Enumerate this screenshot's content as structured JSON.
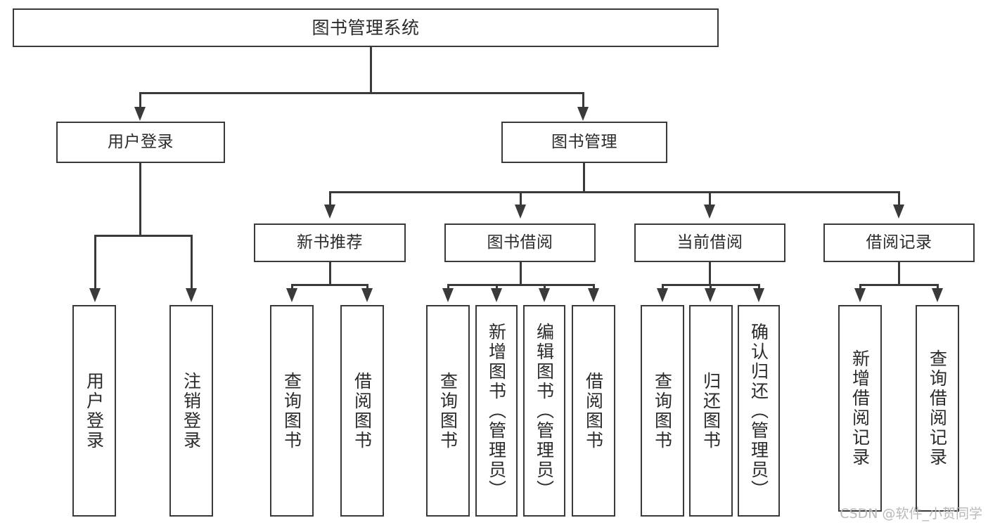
{
  "diagram": {
    "title": "图书管理系统",
    "type": "tree-hierarchy",
    "watermark": "CSDN @软件_小贺同学",
    "colors": {
      "stroke": "#3a3a3a",
      "fill": "#ffffff",
      "text": "#2b2b2b",
      "watermark": "#b9b9b9"
    },
    "levels": {
      "root": {
        "label": "图书管理系统"
      },
      "level2": [
        {
          "label": "用户登录"
        },
        {
          "label": "图书管理"
        }
      ],
      "level3": [
        {
          "label": "新书推荐"
        },
        {
          "label": "图书借阅"
        },
        {
          "label": "当前借阅"
        },
        {
          "label": "借阅记录"
        }
      ],
      "leaves": {
        "user_login": [
          {
            "label": "用户登录"
          },
          {
            "label": "注销登录"
          }
        ],
        "new_book_recommend": [
          {
            "label": "查询图书"
          },
          {
            "label": "借阅图书"
          }
        ],
        "book_borrow": [
          {
            "label": "查询图书"
          },
          {
            "label": "新增图书（管理员）"
          },
          {
            "label": "编辑图书（管理员）"
          },
          {
            "label": "借阅图书"
          }
        ],
        "current_borrow": [
          {
            "label": "查询图书"
          },
          {
            "label": "归还图书"
          },
          {
            "label": "确认归还（管理员）"
          }
        ],
        "borrow_record": [
          {
            "label": "新增借阅记录"
          },
          {
            "label": "查询借阅记录"
          }
        ]
      }
    }
  }
}
